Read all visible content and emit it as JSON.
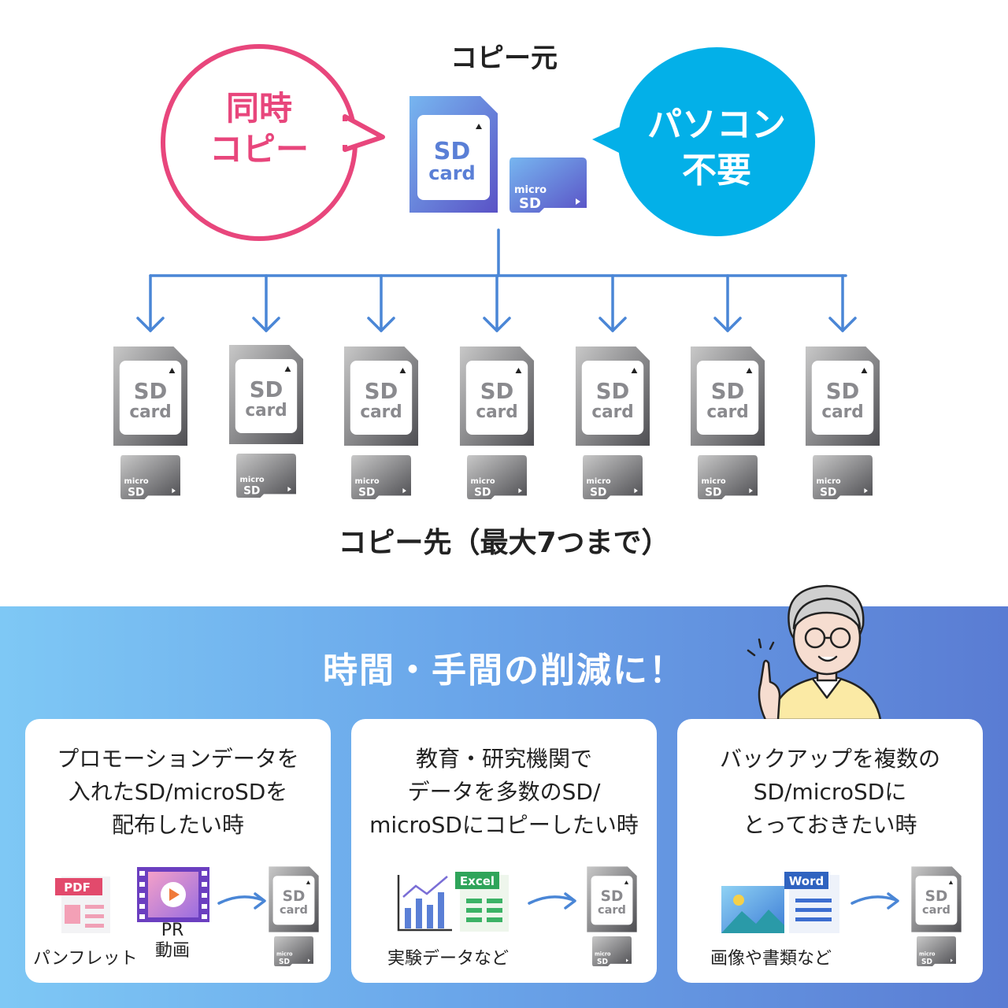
{
  "source": {
    "title": "コピー元"
  },
  "bubble_left": {
    "line1": "同時",
    "line2": "コピー"
  },
  "bubble_right": {
    "line1": "パソコン",
    "line2": "不要"
  },
  "sd_label": {
    "top": "SD",
    "bottom": "card"
  },
  "micro_label": {
    "top": "micro",
    "bottom": "SD"
  },
  "dest": {
    "title": "コピー先（最大7つまで）",
    "count": 7
  },
  "band": {
    "title": "時間・手間の削減に！"
  },
  "panels": [
    {
      "text": "プロモーションデータを\n入れたSD/microSDを\n配布したい時",
      "icons": {
        "pdf": "PDF"
      },
      "captions": {
        "a": "パンフレット",
        "b": "PR\n動画"
      }
    },
    {
      "text": "教育・研究機関で\nデータを多数のSD/\nmicroSDにコピーしたい時",
      "icons": {
        "excel": "Excel"
      },
      "captions": {
        "a": "実験データなど"
      }
    },
    {
      "text": "バックアップを複数の\nSD/microSDに\nとっておきたい時",
      "icons": {
        "word": "Word"
      },
      "captions": {
        "a": "画像や書類など"
      }
    }
  ],
  "colors": {
    "pink": "#e8467c",
    "blue": "#03b0e8",
    "arrow": "#4a86d6"
  }
}
